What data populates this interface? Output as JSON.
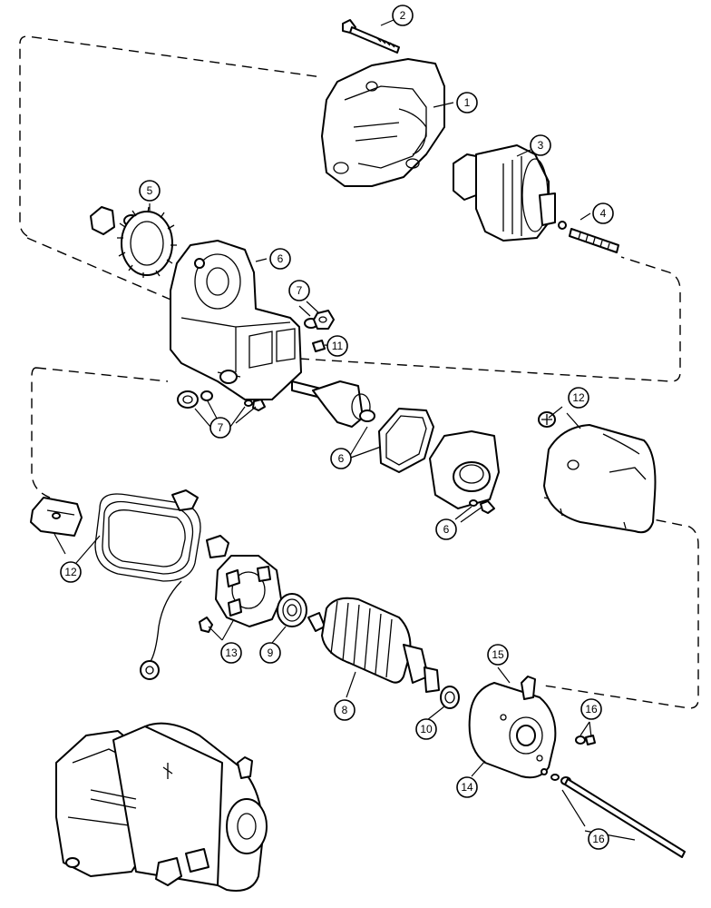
{
  "diagram": {
    "type": "exploded-parts-view",
    "callouts": [
      {
        "id": "c1",
        "label": "1"
      },
      {
        "id": "c2",
        "label": "2"
      },
      {
        "id": "c3",
        "label": "3"
      },
      {
        "id": "c4",
        "label": "4"
      },
      {
        "id": "c5",
        "label": "5"
      },
      {
        "id": "c6a",
        "label": "6"
      },
      {
        "id": "c7a",
        "label": "7"
      },
      {
        "id": "c11",
        "label": "11"
      },
      {
        "id": "c7b",
        "label": "7"
      },
      {
        "id": "c6b",
        "label": "6"
      },
      {
        "id": "c12a",
        "label": "12"
      },
      {
        "id": "c6c",
        "label": "6"
      },
      {
        "id": "c12b",
        "label": "12"
      },
      {
        "id": "c13",
        "label": "13"
      },
      {
        "id": "c9",
        "label": "9"
      },
      {
        "id": "c8",
        "label": "8"
      },
      {
        "id": "c15",
        "label": "15"
      },
      {
        "id": "c10",
        "label": "10"
      },
      {
        "id": "c16a",
        "label": "16"
      },
      {
        "id": "c14",
        "label": "14"
      },
      {
        "id": "c16b",
        "label": "16"
      }
    ]
  }
}
